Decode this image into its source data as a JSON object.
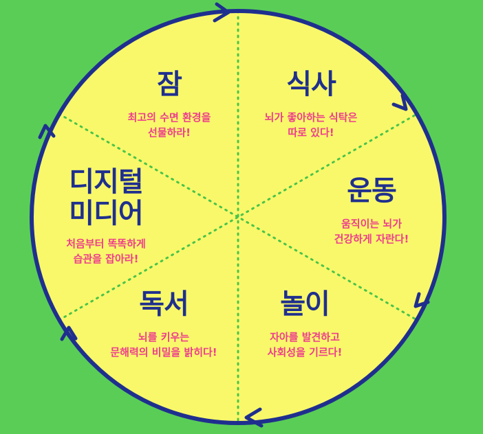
{
  "colors": {
    "background": "#5acd57",
    "wheel_fill": "#f8f86a",
    "wheel_stroke": "#1f2f8e",
    "divider": "#49c34a",
    "title": "#1f2f8e",
    "description": "#ee3d8d"
  },
  "segments": [
    {
      "title": "잠",
      "desc": [
        "최고의 수면 환경을",
        "선물하라!"
      ]
    },
    {
      "title": "식사",
      "desc": [
        "뇌가 좋아하는 식탁은",
        "따로 있다!"
      ]
    },
    {
      "title": "운동",
      "desc": [
        "움직이는 뇌가",
        "건강하게 자란다!"
      ]
    },
    {
      "title": "놀이",
      "desc": [
        "자아를 발견하고",
        "사회성을 기르다!"
      ]
    },
    {
      "title": "독서",
      "desc": [
        "뇌를 키우는",
        "문해력의 비밀을 밝히다!"
      ]
    },
    {
      "title_lines": [
        "디지털",
        "미디어"
      ],
      "desc": [
        "처음부터 똑똑하게",
        "습관을 잡아라!"
      ]
    }
  ]
}
